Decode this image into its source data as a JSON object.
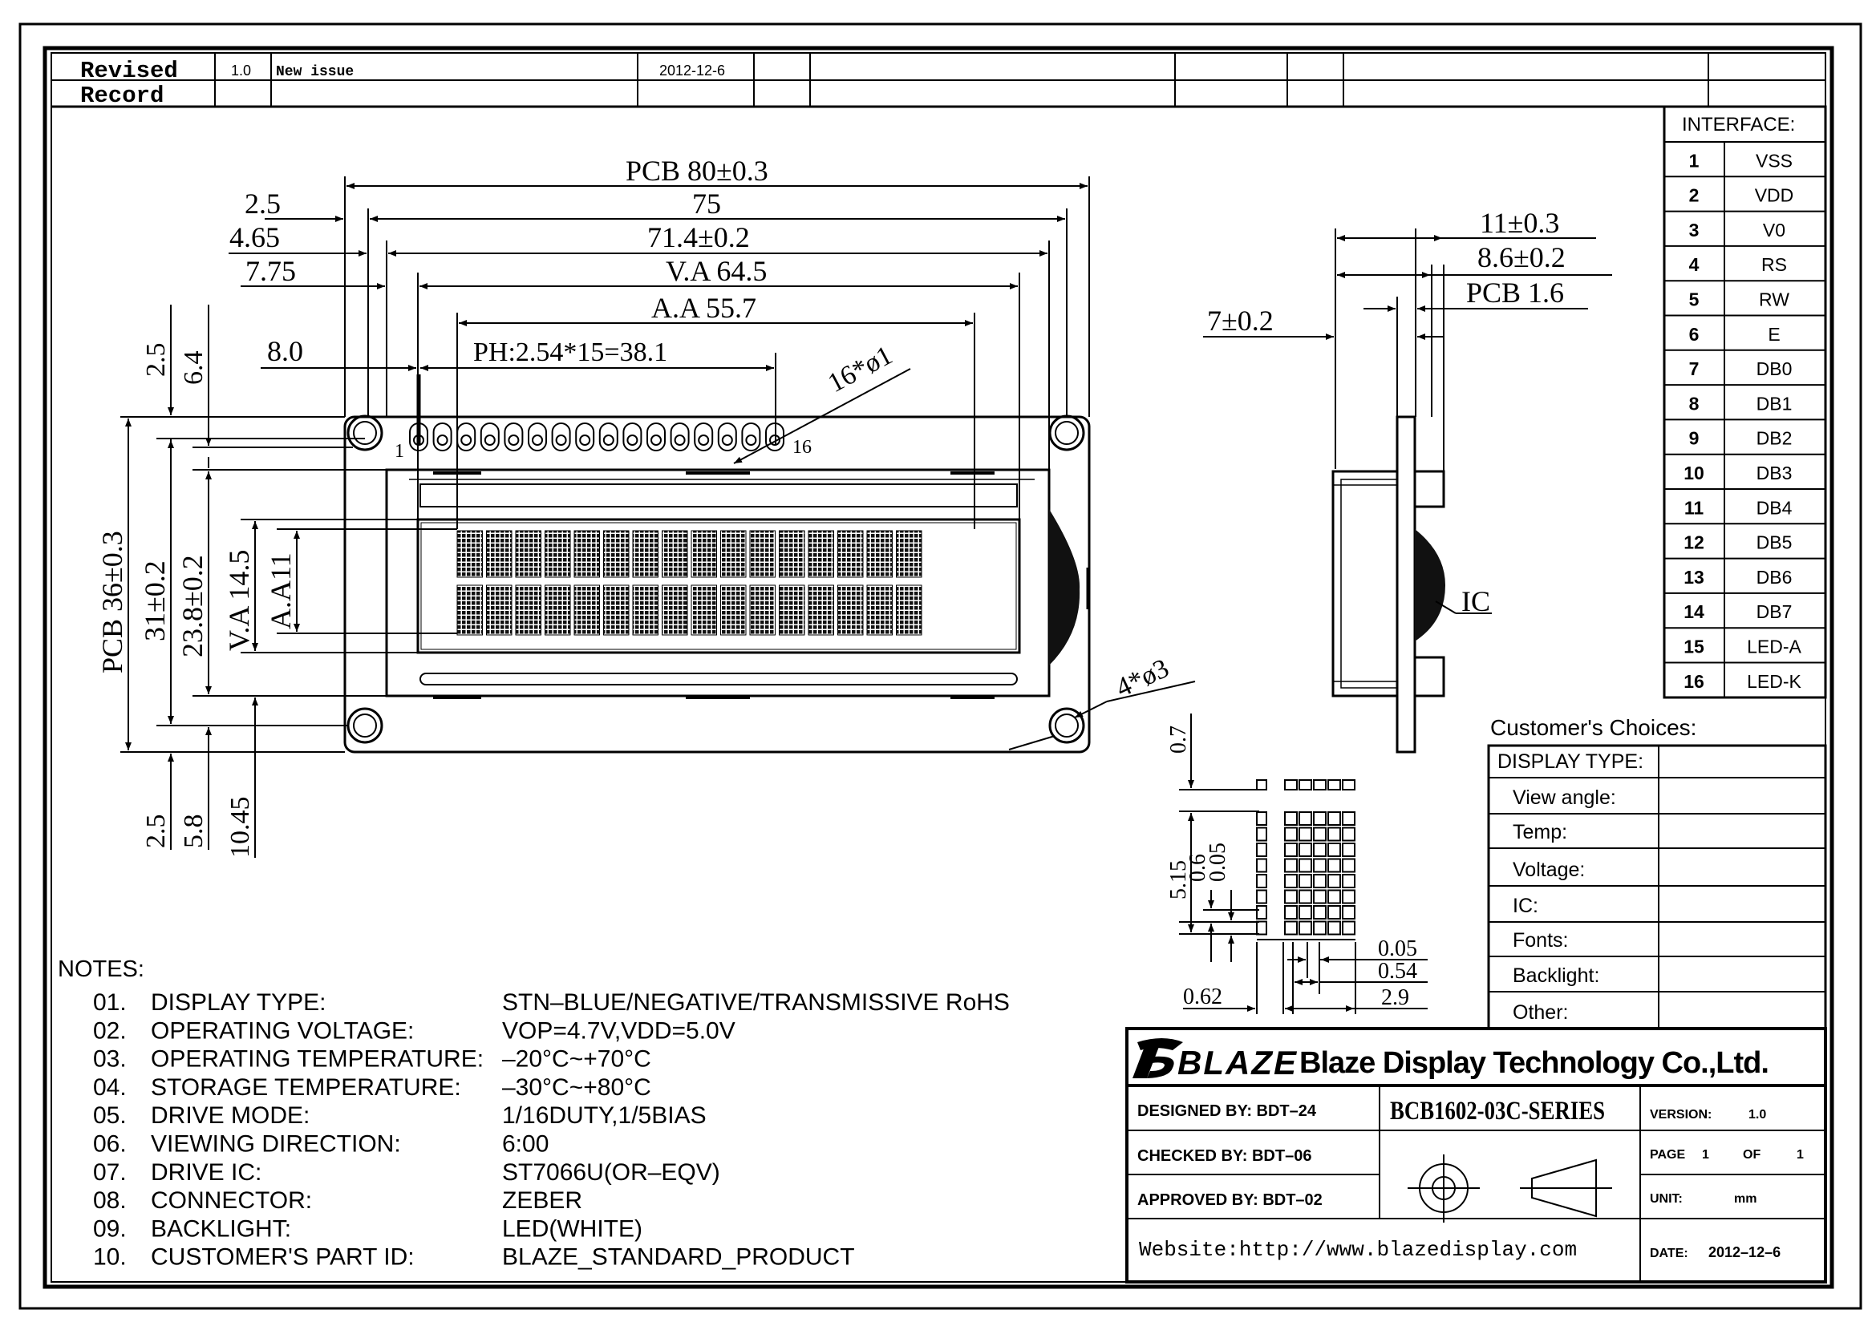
{
  "revision": {
    "label_line1": "Revised",
    "label_line2": "Record",
    "version": "1.0",
    "description": "New issue",
    "date": "2012-12-6"
  },
  "drawing": {
    "front_view": {
      "pcb_width": "PCB 80±0.3",
      "dim_75": "75",
      "dim_71_4": "71.4±0.2",
      "va_width": "V.A 64.5",
      "aa_width": "A.A 55.7",
      "left_2_5": "2.5",
      "left_4_65": "4.65",
      "left_7_75": "7.75",
      "left_8_0": "8.0",
      "pin_pitch": "PH:2.54*15=38.1",
      "pin_holes": "16*ø1",
      "pin_first": "1",
      "pin_last": "16",
      "top_2_5": "2.5",
      "top_6_4": "6.4",
      "pcb_height": "PCB 36±0.3",
      "height_31": "31±0.2",
      "height_23_8": "23.8±0.2",
      "va_height": "V.A 14.5",
      "aa_height": "A.A11",
      "bottom_2_5": "2.5",
      "bottom_5_8": "5.8",
      "bottom_10_45": "10.45",
      "mount_holes": "4*ø3"
    },
    "side_view": {
      "dim_11": "11±0.3",
      "dim_8_6": "8.6±0.2",
      "pcb_thickness": "PCB 1.6",
      "dim_7": "7±0.2",
      "ic_label": "IC"
    },
    "dot_detail": {
      "d_0_7": "0.7",
      "d_5_15": "5.15",
      "d_0_6": "0.6",
      "d_0_05_v": "0.05",
      "d_0_05_h": "0.05",
      "d_0_54": "0.54",
      "d_2_9": "2.9",
      "d_0_62": "0.62"
    }
  },
  "interface": {
    "title": "INTERFACE:",
    "pins": [
      {
        "no": "1",
        "name": "VSS"
      },
      {
        "no": "2",
        "name": "VDD"
      },
      {
        "no": "3",
        "name": "V0"
      },
      {
        "no": "4",
        "name": "RS"
      },
      {
        "no": "5",
        "name": "RW"
      },
      {
        "no": "6",
        "name": "E"
      },
      {
        "no": "7",
        "name": "DB0"
      },
      {
        "no": "8",
        "name": "DB1"
      },
      {
        "no": "9",
        "name": "DB2"
      },
      {
        "no": "10",
        "name": "DB3"
      },
      {
        "no": "11",
        "name": "DB4"
      },
      {
        "no": "12",
        "name": "DB5"
      },
      {
        "no": "13",
        "name": "DB6"
      },
      {
        "no": "14",
        "name": "DB7"
      },
      {
        "no": "15",
        "name": "LED-A"
      },
      {
        "no": "16",
        "name": "LED-K"
      }
    ]
  },
  "customer_choices": {
    "title": "Customer's  Choices:",
    "rows": [
      "DISPLAY TYPE:",
      "View angle:",
      "Temp:",
      "Voltage:",
      "IC:",
      "Fonts:",
      "Backlight:",
      "Other:"
    ]
  },
  "notes": {
    "title": "NOTES:",
    "items": [
      {
        "no": "01.",
        "label": "DISPLAY  TYPE:",
        "value": "STN–BLUE/NEGATIVE/TRANSMISSIVE RoHS"
      },
      {
        "no": "02.",
        "label": "OPERATING  VOLTAGE:",
        "value": "VOP=4.7V,VDD=5.0V"
      },
      {
        "no": "03.",
        "label": "OPERATING  TEMPERATURE:",
        "value": "–20°C~+70°C"
      },
      {
        "no": "04.",
        "label": "STORAGE  TEMPERATURE:",
        "value": "–30°C~+80°C"
      },
      {
        "no": "05.",
        "label": "DRIVE  MODE:",
        "value": "1/16DUTY,1/5BIAS"
      },
      {
        "no": "06.",
        "label": "VIEWING  DIRECTION:",
        "value": "6:00"
      },
      {
        "no": "07.",
        "label": "DRIVE  IC:",
        "value": "ST7066U(OR–EQV)"
      },
      {
        "no": "08.",
        "label": "CONNECTOR:",
        "value": "ZEBER"
      },
      {
        "no": "09.",
        "label": "BACKLIGHT:",
        "value": "LED(WHITE)"
      },
      {
        "no": "10.",
        "label": "CUSTOMER'S  PART  ID:",
        "value": "BLAZE_STANDARD_PRODUCT"
      }
    ]
  },
  "title_block": {
    "logo": "BLAZE",
    "company": "Blaze Display Technology Co.,Ltd.",
    "designed": "DESIGNED  BY:  BDT–24",
    "checked": "CHECKED  BY:  BDT–06",
    "approved": "APPROVED  BY: BDT–02",
    "part_no": "BCB1602-03C-SERIES",
    "version_label": "VERSION:",
    "version_value": "1.0",
    "page_label": "PAGE",
    "page_no": "1",
    "page_of": "OF",
    "page_total": "1",
    "unit_label": "UNIT:",
    "unit_value": "mm",
    "date_label": "DATE:",
    "date_value": "2012–12–6",
    "website": "Website:http://www.blazedisplay.com"
  }
}
